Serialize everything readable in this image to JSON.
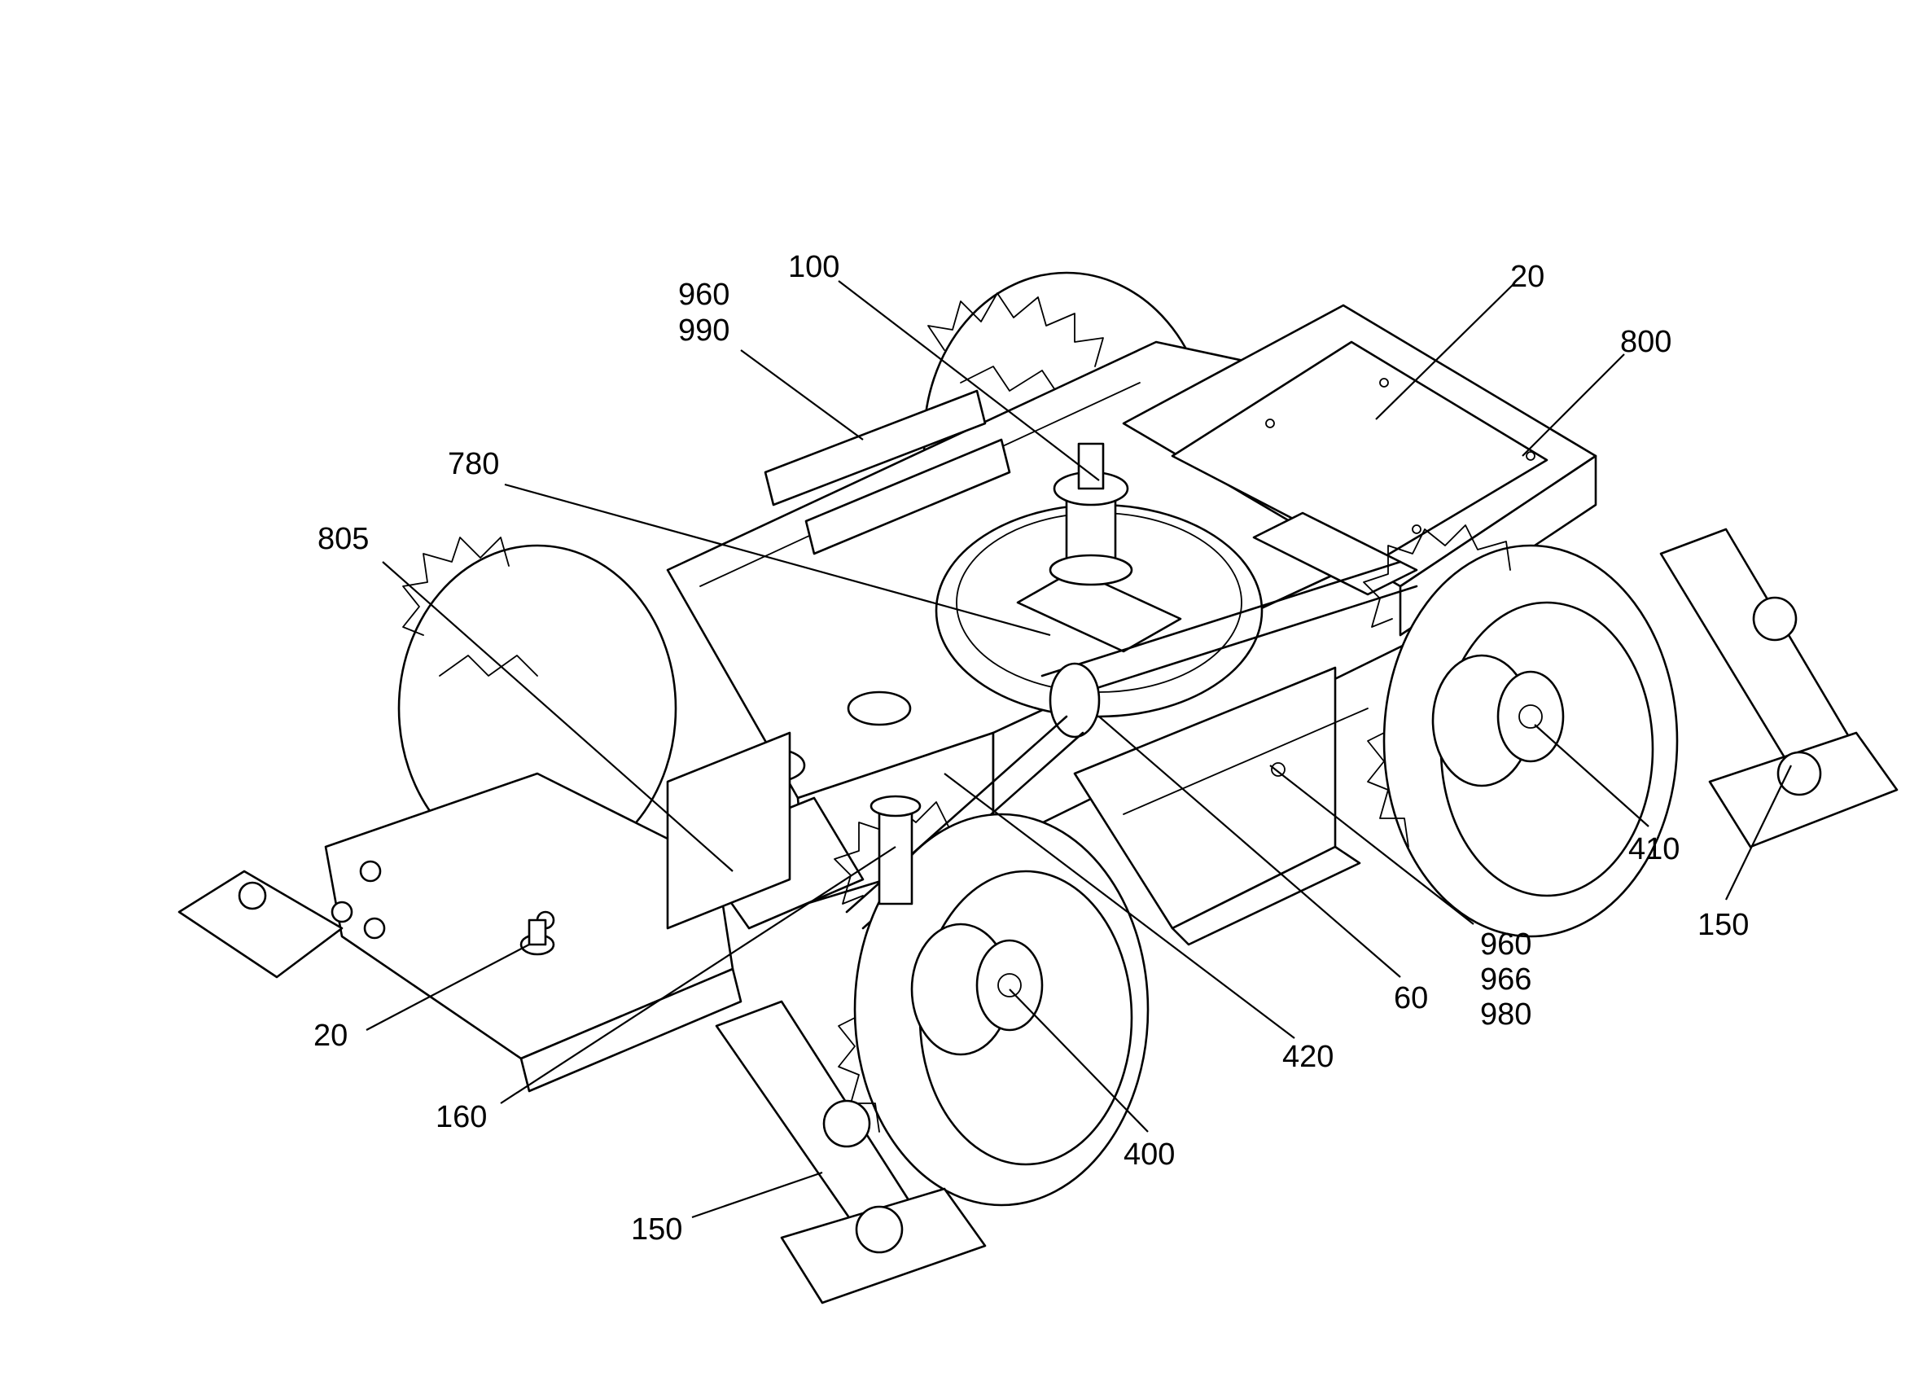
{
  "callouts": {
    "c20_top": "20",
    "c20_left": "20",
    "c60": "60",
    "c100": "100",
    "c150_left": "150",
    "c150_right": "150",
    "c160": "160",
    "c400": "400",
    "c410": "410",
    "c420": "420",
    "c780": "780",
    "c800": "800",
    "c805": "805",
    "c960_top": "960",
    "c990": "990",
    "c960_bottom": "960",
    "c966": "966",
    "c980": "980"
  }
}
